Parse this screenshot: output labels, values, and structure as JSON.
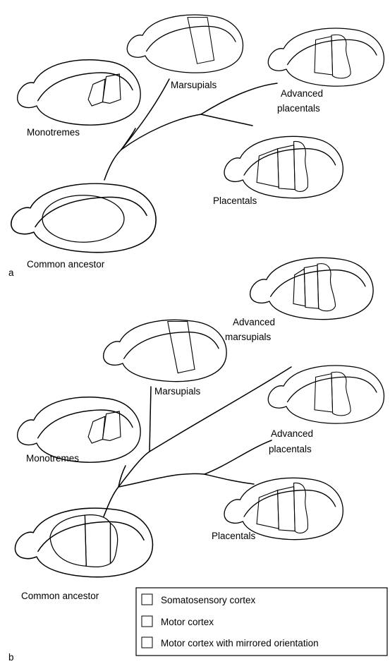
{
  "panel_a": {
    "panel_label": "a",
    "labels": {
      "monotremes": "Monotremes",
      "marsupials": "Marsupials",
      "advanced_placentals_line1": "Advanced",
      "advanced_placentals_line2": "placentals",
      "placentals": "Placentals",
      "common_ancestor": "Common ancestor"
    }
  },
  "panel_b": {
    "panel_label": "b",
    "labels": {
      "monotremes": "Monotremes",
      "marsupials": "Marsupials",
      "advanced_marsupials_line1": "Advanced",
      "advanced_marsupials_line2": "marsupials",
      "advanced_placentals_line1": "Advanced",
      "advanced_placentals_line2": "placentals",
      "placentals": "Placentals",
      "common_ancestor": "Common ancestor"
    }
  },
  "legend": {
    "somatosensory": "Somatosensory cortex",
    "motor": "Motor cortex",
    "motor_mirrored": "Motor cortex with mirrored orientation"
  },
  "colors": {
    "somatosensory_fill": "#c8c8c8",
    "line": "#000000",
    "background": "#ffffff"
  }
}
